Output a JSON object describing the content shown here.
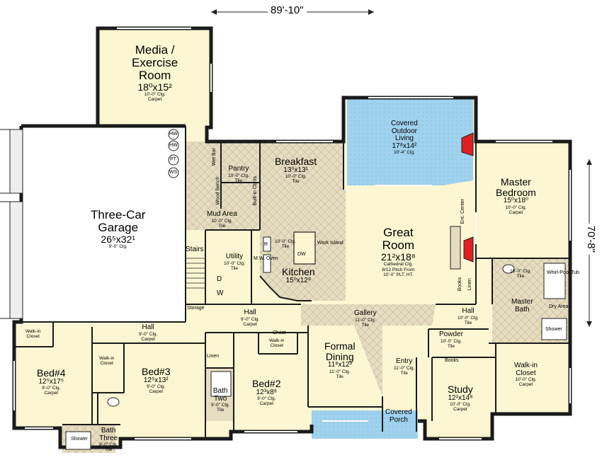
{
  "dimensions": {
    "width_total": "89'-10\"",
    "depth_total": "70'-8\""
  },
  "colors": {
    "floor": "#fcf6d2",
    "tile": "#e6dcc0",
    "outdoor": "#9fd2ee",
    "garage": "#ffffff",
    "wall": "#1a1a1a",
    "fireplace": "#e02020"
  },
  "rooms": {
    "media": {
      "name": "Media / Exercise Room",
      "line1": "Media /",
      "line2": "Exercise",
      "line3": "Room",
      "size": "18⁰x15²",
      "note1": "10'-0\" Clg.",
      "note2": "Carpet"
    },
    "garage": {
      "line1": "Three-Car",
      "line2": "Garage",
      "size": "26⁵x32¹",
      "note1": "9'-0\" Clg."
    },
    "pantry": {
      "name": "Pantry",
      "note1": "10'-0\" Clg.",
      "note2": "Tile"
    },
    "breakfast": {
      "name": "Breakfast",
      "size": "13⁰x13¹",
      "note1": "10'-0\" Clg.",
      "note2": "Tile"
    },
    "covered_outdoor": {
      "line1": "Covered",
      "line2": "Outdoor",
      "line3": "Living",
      "size": "17⁸x14²",
      "note1": "10'-4\" Clg."
    },
    "master_bedroom": {
      "line1": "Master",
      "line2": "Bedroom",
      "size": "15⁰x18⁰",
      "note1": "10'-0\" Clg.",
      "note2": "Carpet"
    },
    "mud_area": {
      "name": "Mud Area",
      "note1": "10'-0\" Clg.",
      "note2": "Tile"
    },
    "great_room": {
      "line1": "Great",
      "line2": "Room",
      "size": "21²x18⁸",
      "note1": "Cathedral Clg.",
      "note2": "8/12 Pitch From",
      "note3": "10'-0\" PLT. HT."
    },
    "kitchen": {
      "name": "Kitchen",
      "size": "15⁰x12⁸",
      "note1": "10'-0\" Clg.",
      "note2": "Tile"
    },
    "utility": {
      "name": "Utility",
      "note1": "10'-0\" Clg.",
      "note2": "Tile"
    },
    "master_bath": {
      "line1": "Master",
      "line2": "Bath",
      "note1": "10'-0\" Clg.",
      "note2": "Tile"
    },
    "hall_left": {
      "name": "Hall",
      "note1": "9'-0\" Clg.",
      "note2": "Carpet"
    },
    "hall_mid": {
      "name": "Hall",
      "note1": "9'-0\" Clg.",
      "note2": "Carpet"
    },
    "hall_right": {
      "name": "Hall",
      "note1": "10'-0\" Clg.",
      "note2": "Tile"
    },
    "gallery": {
      "name": "Gallery",
      "note1": "11'-0\" Clg.",
      "note2": "Tile"
    },
    "powder": {
      "name": "Powder",
      "note1": "10'-0\" Clg.",
      "note2": "Tile"
    },
    "formal_dining": {
      "line1": "Formal",
      "line2": "Dining",
      "size": "11⁸x12³",
      "note1": "11'-0\" Clg.",
      "note2": "Tile"
    },
    "entry": {
      "name": "Entry",
      "note1": "11'-0\" Clg.",
      "note2": "Tile"
    },
    "walkin_closet_master": {
      "line1": "Walk-in",
      "line2": "Closet",
      "note1": "10'-0\" Clg.",
      "note2": "Carpet"
    },
    "bed4": {
      "name": "Bed#4",
      "size": "12⁵x17⁵",
      "note1": "9'-0\" Clg.",
      "note2": "Carpet"
    },
    "bed3": {
      "name": "Bed#3",
      "size": "12⁵x13²",
      "note1": "9'-0\" Clg.",
      "note2": "Carpet"
    },
    "bed2": {
      "name": "Bed#2",
      "size": "12³x8⁸",
      "note1": "9'-0\" Clg.",
      "note2": "Carpet"
    },
    "study": {
      "name": "Study",
      "size": "12¹x14⁸",
      "note1": "10'-0\" Clg.",
      "note2": "Carpet"
    },
    "covered_porch": {
      "line1": "Covered",
      "line2": "Porch"
    },
    "bath_two": {
      "line1": "Bath",
      "line2": "Two",
      "note1": "9'-0\" Clg.",
      "note2": "Tile"
    },
    "bath_three": {
      "line1": "Bath",
      "line2": "Three",
      "note1": "9'-0\" Clg.",
      "note2": "Tile"
    },
    "walkin_bed4": {
      "line1": "Walk-in",
      "line2": "Closet"
    },
    "walkin_bed3": {
      "line1": "Walk-in",
      "line2": "Closet"
    },
    "walkin_bed2": {
      "line1": "Walk-in",
      "line2": "Closet"
    }
  },
  "fixtures": {
    "hw": "HW",
    "pt": "PT",
    "ws": "WS",
    "wet_bar": "Wet Bar",
    "wood_bench": "Wood Bench",
    "built_in_cbnts": "Built-in Cbnts",
    "work_island": "Work Island",
    "dw": "DW",
    "r": "R",
    "mw_oven": "M.W. Oven",
    "ent_center": "Ent. Center",
    "books_gr": "Books",
    "linen_gr": "Linen",
    "whirlpool": "Whirl-Pool Tub",
    "dry_area": "Dry Area",
    "shower": "Shower",
    "shower_b3": "Shower",
    "stairs": "Stairs",
    "storage": "Storage",
    "d": "D",
    "w": "W",
    "chest": "Chest",
    "linen_hall": "Linen",
    "books_study": "Books"
  }
}
